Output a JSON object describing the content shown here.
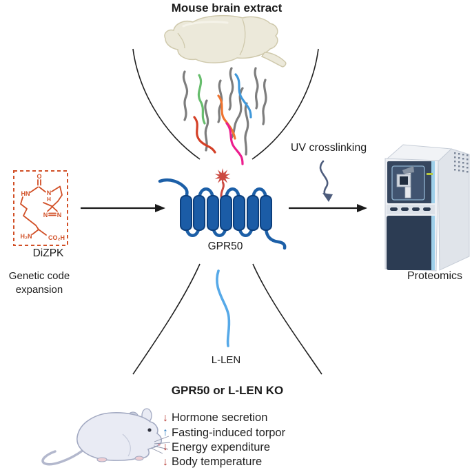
{
  "title": "Mouse brain extract",
  "molecule": {
    "label": "DiZPK",
    "caption_line1": "Genetic code",
    "caption_line2": "expansion",
    "atom_o": "O",
    "atom_hn": "HN",
    "atom_n": "N",
    "atom_h": "H",
    "atom_n_left": "N",
    "atom_n_right": "N",
    "atom_h2n": "H₂N",
    "atom_co2h": "CO₂H"
  },
  "receptor": {
    "label": "GPR50"
  },
  "uv": {
    "label": "UV crosslinking"
  },
  "instrument": {
    "label": "Proteomics"
  },
  "ligand": {
    "label": "L-LEN"
  },
  "knockout": {
    "title": "GPR50 or L-LEN KO",
    "effects": [
      {
        "arrow": "↓",
        "direction": "down",
        "text": "Hormone secretion"
      },
      {
        "arrow": "↑",
        "direction": "up",
        "text": "Fasting-induced torpor"
      },
      {
        "arrow": "↓",
        "direction": "down",
        "text": "Energy expenditure"
      },
      {
        "arrow": "↓",
        "direction": "down",
        "text": "Body temperature"
      }
    ]
  },
  "colors": {
    "molecule_orange": "#d14f26",
    "receptor_blue": "#1b5ca6",
    "crosslinker_red": "#cc4a41",
    "ligand_blue": "#56a9e8",
    "arrow_red": "#b5372f",
    "arrow_blue": "#2d7cc0",
    "protein_gray": "#7d7d7d",
    "protein_green": "#67bd6d",
    "protein_red": "#d44027",
    "protein_orange": "#ef7430",
    "protein_magenta": "#ec1d8e",
    "protein_blue": "#3f98da"
  }
}
